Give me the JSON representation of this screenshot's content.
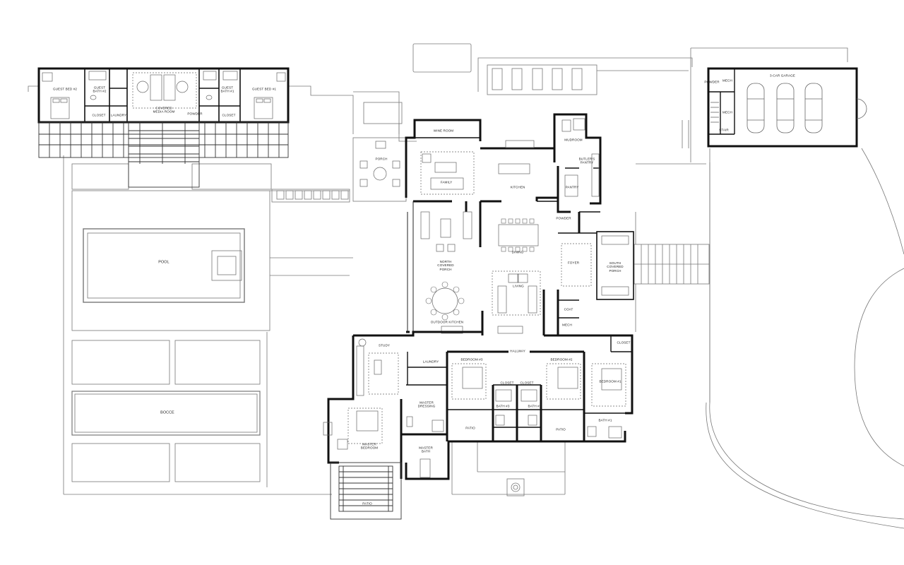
{
  "plan": {
    "rooms": {
      "guest_bed_2": "GUEST BED #2",
      "guest_bath_2": "GUEST\nBATH #2",
      "closet_gb2": "CLOSET",
      "laundry_guest": "LAUNDRY",
      "covered_media_room": "COVERED\nMEDIA ROOM",
      "powder_guest": "POWDER",
      "guest_bath_1": "GUEST\nBATH #1",
      "closet_gb1": "CLOSET",
      "guest_bed_1": "GUEST BED #1",
      "wine_room": "WINE ROOM",
      "family": "FAMILY",
      "porch": "PORCH",
      "kitchen": "KITCHEN",
      "mudroom": "MUDROOM",
      "butlers_pantry": "BUTLER'S\nPANTRY",
      "pantry": "PANTRY",
      "powder_main": "POWDER",
      "dining": "DINING",
      "north_covered_porch": "NORTH\nCOVERED\nPORCH",
      "living": "LIVING",
      "foyer": "FOYER",
      "south_covered_porch": "SOUTH\nCOVERED\nPORCH",
      "coat": "COAT",
      "mech_main": "MECH",
      "outdoor_kitchen": "OUTDOOR KITCHEN",
      "pool": "POOL",
      "bocce": "BOCCE",
      "study": "STUDY",
      "laundry_main": "LAUNDRY",
      "hallway": "HALLWAY",
      "bedroom_3": "BEDROOM #3",
      "bedroom_2": "BEDROOM #2",
      "closet_main": "CLOSET",
      "bedroom_1": "BEDROOM #1",
      "closet_b3": "CLOSET",
      "closet_b2": "CLOSET",
      "master_dressing": "MASTER\nDRESSING",
      "bath_3": "BATH #3",
      "bath_2": "BATH #2",
      "bath_1": "BATH #1",
      "master_bedroom": "MASTER\nBEDROOM",
      "master_bath": "MASTER\nBATH",
      "patio_b3": "PATIO",
      "patio_b2": "PATIO",
      "patio_master": "PATIO",
      "garage": "3-CAR GARAGE",
      "powder_garage": "POWDER",
      "mech_garage_1": "MECH",
      "mech_garage_2": "MECH",
      "stair": "STAIR"
    },
    "colors": {
      "wall": "#111111",
      "line": "#555555",
      "background": "#ffffff"
    }
  }
}
